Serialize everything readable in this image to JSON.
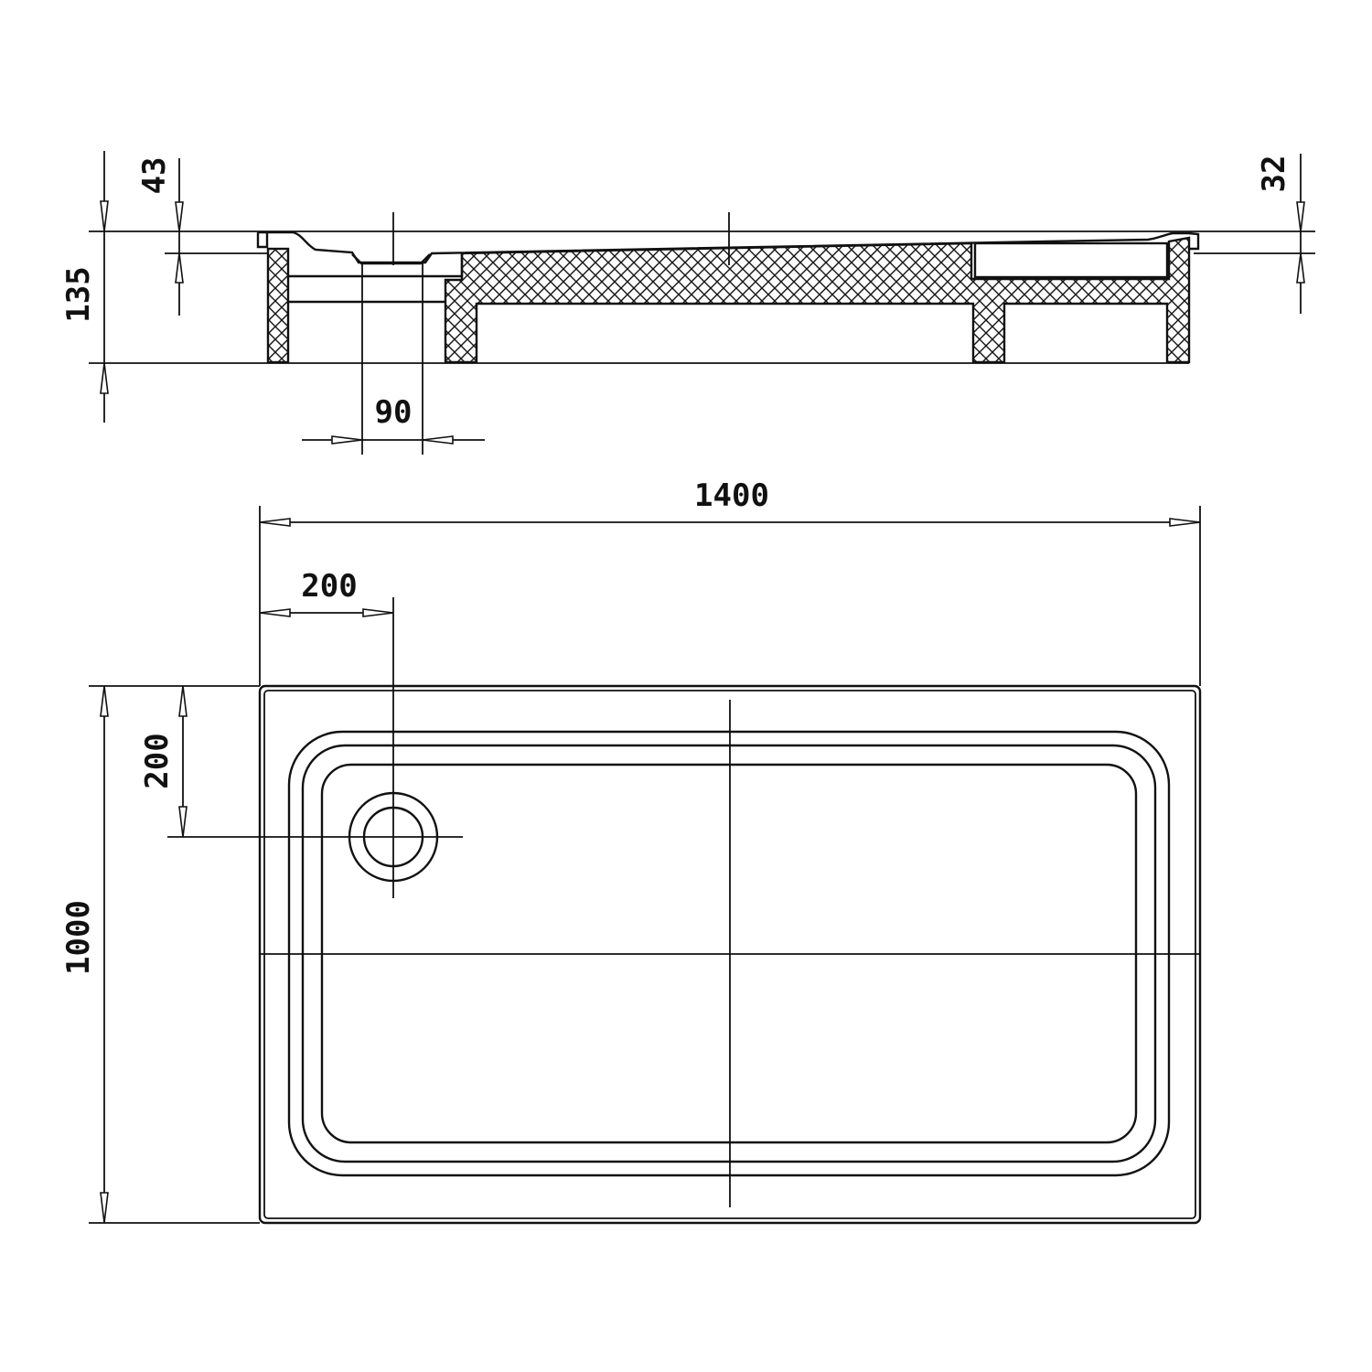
{
  "side_view": {
    "dimensions": {
      "total_height": "135",
      "rim_left": "43",
      "rim_right": "32",
      "drain_diameter": "90"
    }
  },
  "top_view": {
    "dimensions": {
      "length": "1400",
      "width": "1000",
      "drain_offset_x": "200",
      "drain_offset_y": "200"
    }
  },
  "colors": {
    "line": "#111111",
    "background": "#ffffff"
  }
}
